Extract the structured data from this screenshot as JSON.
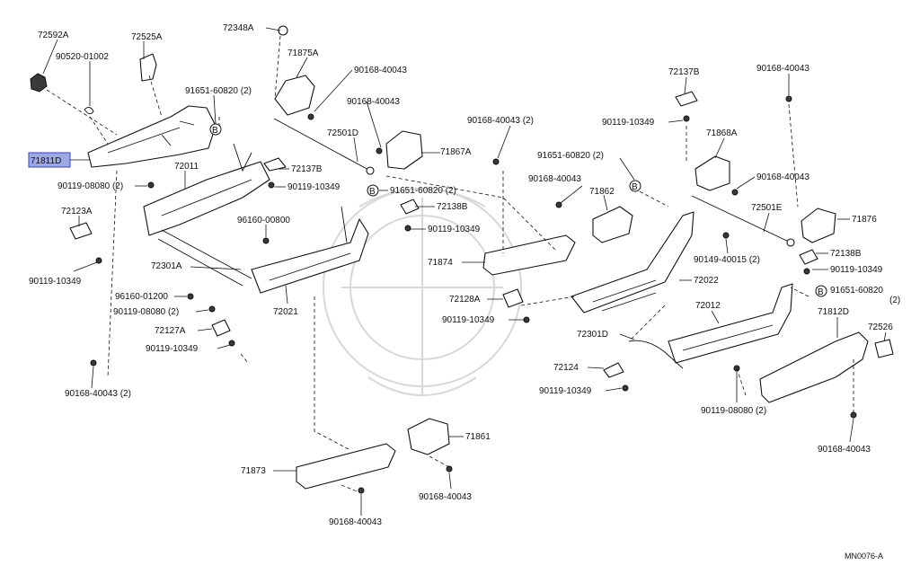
{
  "diagram": {
    "code": "MN0076-A",
    "highlight_label": "71811D",
    "labels": [
      {
        "id": "l1",
        "text": "72592A"
      },
      {
        "id": "l2",
        "text": "90520-01002"
      },
      {
        "id": "l3",
        "text": "72525A"
      },
      {
        "id": "l4",
        "text": "72348A"
      },
      {
        "id": "l5",
        "text": "71875A"
      },
      {
        "id": "l6",
        "text": "90168-40043"
      },
      {
        "id": "l7",
        "text": "91651-60820 (2)"
      },
      {
        "id": "l8",
        "text": "90168-40043"
      },
      {
        "id": "l9",
        "text": "72501D"
      },
      {
        "id": "l10",
        "text": "71867A"
      },
      {
        "id": "l11",
        "text": "72011"
      },
      {
        "id": "l12",
        "text": "72137B"
      },
      {
        "id": "l13",
        "text": "90119-08080 (2)"
      },
      {
        "id": "l14",
        "text": "90119-10349"
      },
      {
        "id": "l15",
        "text": "91651-60820 (2)"
      },
      {
        "id": "l16",
        "text": "72123A"
      },
      {
        "id": "l17",
        "text": "72138B"
      },
      {
        "id": "l18",
        "text": "96160-00800"
      },
      {
        "id": "l19",
        "text": "90119-10349"
      },
      {
        "id": "l20",
        "text": "72301A"
      },
      {
        "id": "l21",
        "text": "90119-10349"
      },
      {
        "id": "l22",
        "text": "96160-01200"
      },
      {
        "id": "l23",
        "text": "90119-08080 (2)"
      },
      {
        "id": "l24",
        "text": "72021"
      },
      {
        "id": "l25",
        "text": "72127A"
      },
      {
        "id": "l26",
        "text": "90119-10349"
      },
      {
        "id": "l27",
        "text": "90168-40043 (2)"
      },
      {
        "id": "l28",
        "text": "90168-40043 (2)"
      },
      {
        "id": "l29",
        "text": "90168-40043"
      },
      {
        "id": "l30",
        "text": "91651-60820 (2)"
      },
      {
        "id": "l31",
        "text": "71862"
      },
      {
        "id": "l32",
        "text": "71874"
      },
      {
        "id": "l33",
        "text": "72128A"
      },
      {
        "id": "l34",
        "text": "90119-10349"
      },
      {
        "id": "l35",
        "text": "72137B"
      },
      {
        "id": "l36",
        "text": "90119-10349"
      },
      {
        "id": "l37",
        "text": "90168-40043"
      },
      {
        "id": "l38",
        "text": "71868A"
      },
      {
        "id": "l39",
        "text": "90168-40043"
      },
      {
        "id": "l40",
        "text": "72501E"
      },
      {
        "id": "l41",
        "text": "71876"
      },
      {
        "id": "l42",
        "text": "90149-40015 (2)"
      },
      {
        "id": "l43",
        "text": "72138B"
      },
      {
        "id": "l44",
        "text": "90119-10349"
      },
      {
        "id": "l45",
        "text": "72022"
      },
      {
        "id": "l46",
        "text": "91651-60820"
      },
      {
        "id": "l47",
        "text": "(2)"
      },
      {
        "id": "l48",
        "text": "72012"
      },
      {
        "id": "l49",
        "text": "71812D"
      },
      {
        "id": "l50",
        "text": "72301D"
      },
      {
        "id": "l51",
        "text": "72526"
      },
      {
        "id": "l52",
        "text": "72124"
      },
      {
        "id": "l53",
        "text": "90119-10349"
      },
      {
        "id": "l54",
        "text": "90119-08080 (2)"
      },
      {
        "id": "l55",
        "text": "90168-40043"
      },
      {
        "id": "l56",
        "text": "71861"
      },
      {
        "id": "l57",
        "text": "71873"
      },
      {
        "id": "l58",
        "text": "90168-40043"
      },
      {
        "id": "l59",
        "text": "90168-40043"
      }
    ],
    "circle_marker": "B"
  }
}
